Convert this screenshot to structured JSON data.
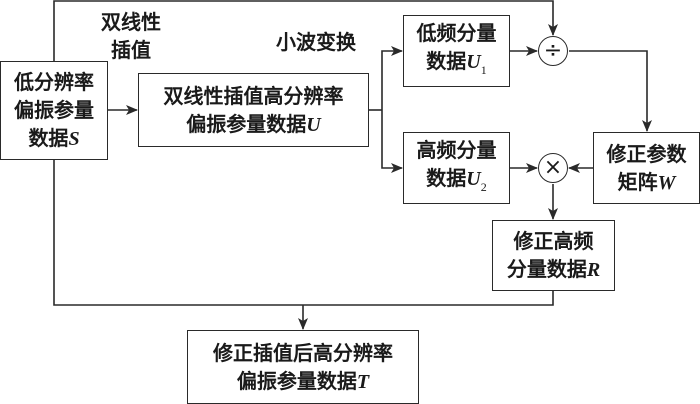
{
  "diagram": {
    "nodes": {
      "low_res_input": {
        "line1": "低分辨率",
        "line2": "偏振参量",
        "line3_text": "数据",
        "var": "S"
      },
      "bilinear_output": {
        "line1": "双线性插值高分辨率",
        "line2_text": "偏振参量数据",
        "var": "U"
      },
      "low_freq": {
        "line1": "低频分量",
        "line2_text": "数据",
        "var": "U",
        "sub": "1"
      },
      "high_freq": {
        "line1": "高频分量",
        "line2_text": "数据",
        "var": "U",
        "sub": "2"
      },
      "correction_matrix": {
        "line1": "修正参数",
        "line2_text": "矩阵",
        "var": "W"
      },
      "corrected_high_freq": {
        "line1": "修正高频",
        "line2_text": "分量数据",
        "var": "R"
      },
      "final_output": {
        "line1": "修正插值后高分辨率",
        "line2_text": "偏振参量数据",
        "var": "T"
      }
    },
    "operators": {
      "divide": "÷",
      "multiply": "×"
    },
    "edge_labels": {
      "bilinear_line1": "双线性",
      "bilinear_line2": "插值",
      "wavelet": "小波变换"
    }
  }
}
